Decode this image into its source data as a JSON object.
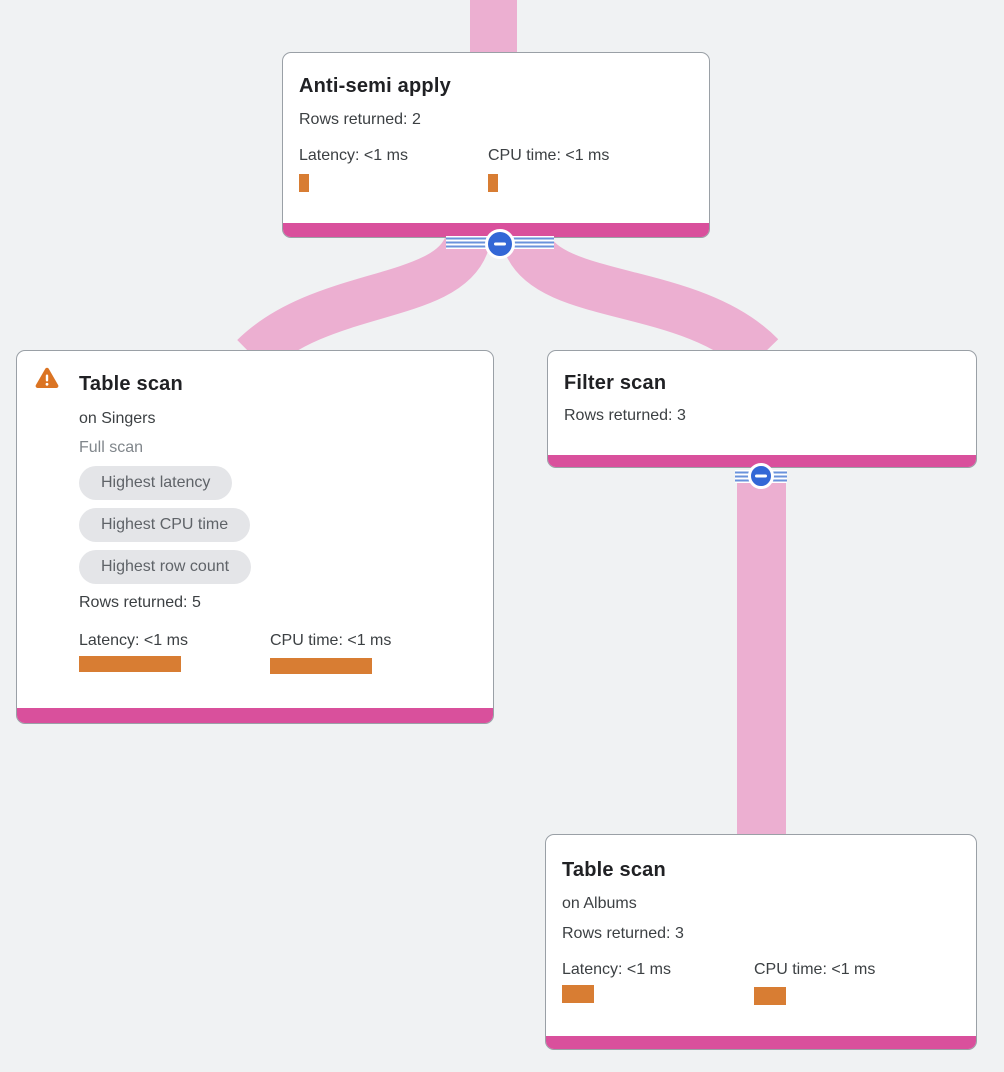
{
  "diagram": {
    "root_node": {
      "title": "Anti-semi apply",
      "rows": "Rows returned: 2",
      "latency": "Latency: <1 ms",
      "cpu": "CPU time: <1 ms"
    },
    "left_node": {
      "title": "Table scan",
      "subtitle": "on Singers",
      "scan_type": "Full scan",
      "badges": [
        "Highest latency",
        "Highest CPU time",
        "Highest row count"
      ],
      "rows": "Rows returned: 5",
      "latency": "Latency: <1 ms",
      "cpu": "CPU time: <1 ms"
    },
    "right_node": {
      "title": "Filter scan",
      "rows": "Rows returned: 3"
    },
    "bottom_node": {
      "title": "Table scan",
      "subtitle": "on Albums",
      "rows": "Rows returned: 3",
      "latency": "Latency: <1 ms",
      "cpu": "CPU time: <1 ms"
    },
    "metric_bars": {
      "root_latency_style": "width:10px;height:18px",
      "root_cpu_style": "width:10px;height:18px",
      "left_latency_style": "width:102px;height:16px",
      "left_cpu_style": "width:102px;height:16px",
      "bottom_latency_style": "width:32px;height:18px",
      "bottom_cpu_style": "width:32px;height:18px"
    },
    "colors": {
      "background": "#f0f2f3",
      "edge_pink": "#ecafd1",
      "node_accent_magenta": "#d9509c",
      "metric_bar_orange": "#d87d33",
      "collapse_button_blue": "#3367d6",
      "stripe_blue": "#6992db",
      "warning_orange": "#db7423",
      "badge_gray": "#e4e5e8",
      "card_border_gray": "#9aa0a6"
    }
  }
}
